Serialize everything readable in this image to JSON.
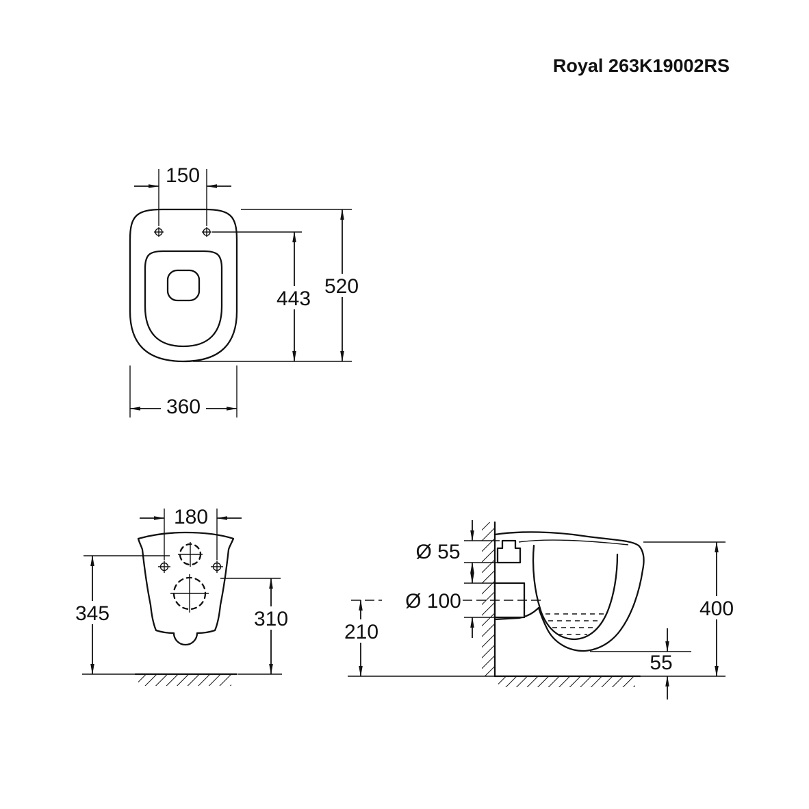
{
  "title": "Royal 263K19002RS",
  "colors": {
    "ink": "#111111",
    "background": "#ffffff"
  },
  "top_view": {
    "dims": {
      "hole_spacing": "150",
      "hole_to_front": "443",
      "total_depth": "520",
      "total_width": "360"
    }
  },
  "front_view": {
    "dims": {
      "hole_spacing": "180",
      "height_left": "345",
      "height_right": "310"
    }
  },
  "side_view": {
    "dims": {
      "flush_diameter": "Ø 55",
      "outlet_diameter": "Ø 100",
      "outlet_height": "210",
      "total_height": "400",
      "bottom_clearance": "55"
    }
  }
}
